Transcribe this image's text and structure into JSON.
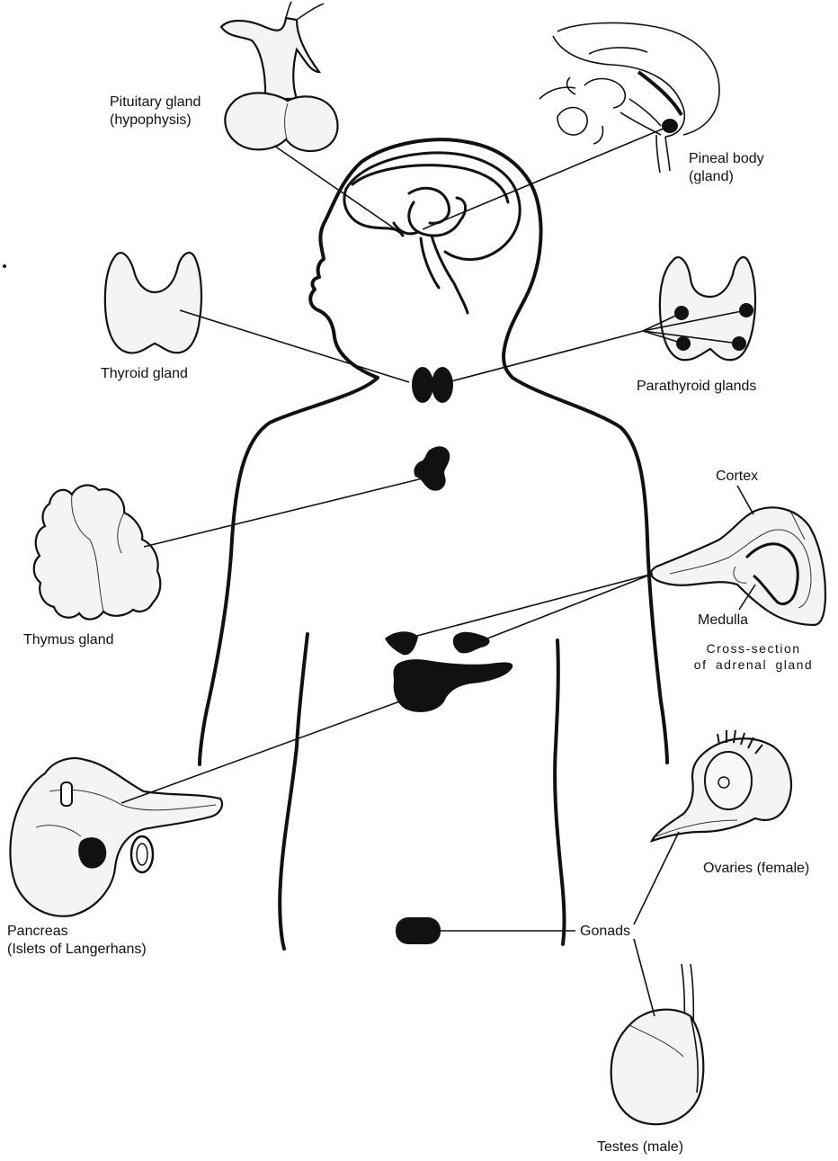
{
  "labels": {
    "pituitary": [
      "Pituitary gland",
      "(hypophysis)"
    ],
    "pineal": [
      "Pineal body",
      "(gland)"
    ],
    "thyroid": "Thyroid gland",
    "parathyroid": "Parathyroid glands",
    "thymus": "Thymus gland",
    "cortex": "Cortex",
    "medulla": "Medulla",
    "adrenal_caption": [
      "Cross-section",
      "of adrenal gland"
    ],
    "pancreas": [
      "Pancreas",
      "(Islets of Langerhans)"
    ],
    "ovaries": "Ovaries (female)",
    "gonads": "Gonads",
    "testes": "Testes (male)"
  },
  "colors": {
    "ink": "#111111",
    "background": "#ffffff",
    "tissue_fill": "#f4f4f4"
  }
}
